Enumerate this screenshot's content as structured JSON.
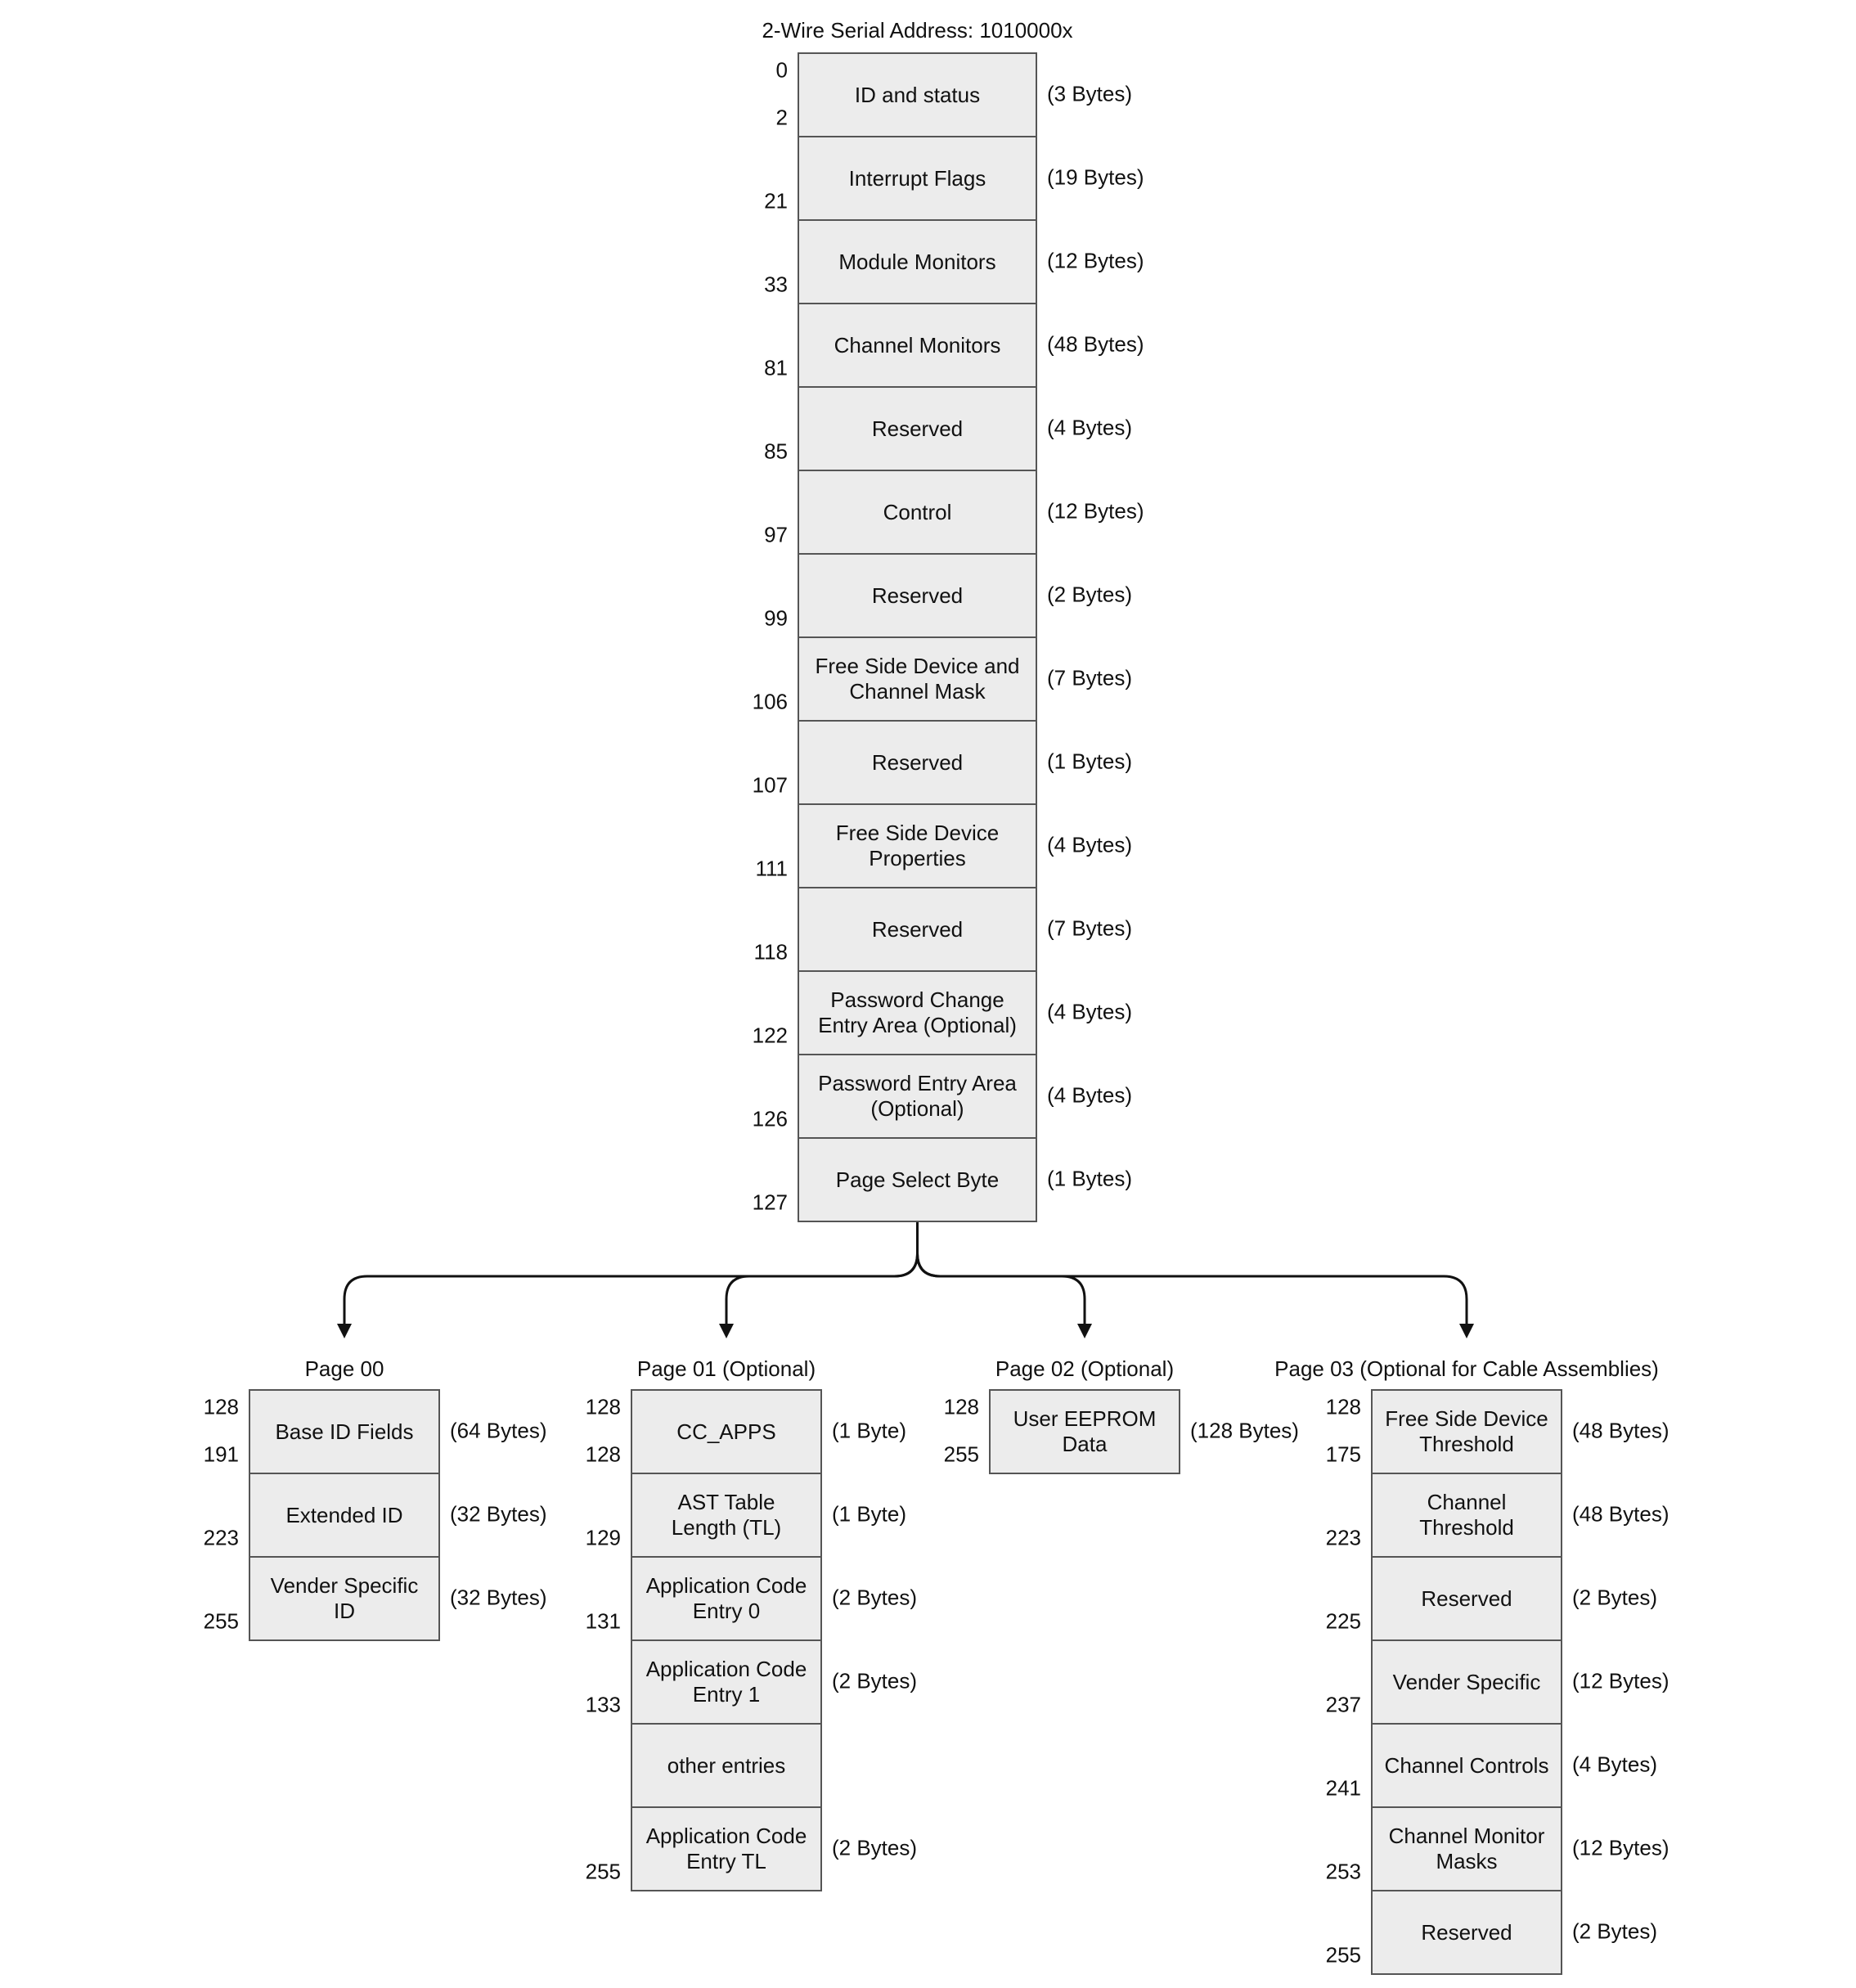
{
  "lower_memory": {
    "title": "2-Wire Serial Address: 1010000x",
    "rows": [
      {
        "label": "ID and status",
        "size": "(3 Bytes)",
        "start": "0",
        "end": "2"
      },
      {
        "label": "Interrupt Flags",
        "size": "(19 Bytes)",
        "end": "21"
      },
      {
        "label": "Module Monitors",
        "size": "(12 Bytes)",
        "end": "33"
      },
      {
        "label": "Channel Monitors",
        "size": "(48 Bytes)",
        "end": "81"
      },
      {
        "label": "Reserved",
        "size": "(4 Bytes)",
        "end": "85"
      },
      {
        "label": "Control",
        "size": "(12 Bytes)",
        "end": "97"
      },
      {
        "label": "Reserved",
        "size": "(2 Bytes)",
        "end": "99"
      },
      {
        "label": "Free Side Device and\nChannel Mask",
        "size": "(7 Bytes)",
        "end": "106"
      },
      {
        "label": "Reserved",
        "size": "(1 Bytes)",
        "end": "107"
      },
      {
        "label": "Free Side Device\nProperties",
        "size": "(4 Bytes)",
        "end": "111"
      },
      {
        "label": "Reserved",
        "size": "(7 Bytes)",
        "end": "118"
      },
      {
        "label": "Password Change\nEntry Area (Optional)",
        "size": "(4 Bytes)",
        "end": "122"
      },
      {
        "label": "Password Entry Area\n(Optional)",
        "size": "(4 Bytes)",
        "end": "126"
      },
      {
        "label": "Page Select Byte",
        "size": "(1 Bytes)",
        "end": "127"
      }
    ]
  },
  "pages": [
    {
      "title": "Page 00",
      "rows": [
        {
          "label": "Base ID Fields",
          "size": "(64 Bytes)",
          "start": "128",
          "end": "191"
        },
        {
          "label": "Extended ID",
          "size": "(32 Bytes)",
          "end": "223"
        },
        {
          "label": "Vender Specific\nID",
          "size": "(32 Bytes)",
          "end": "255"
        }
      ]
    },
    {
      "title": "Page 01 (Optional)",
      "rows": [
        {
          "label": "CC_APPS",
          "size": "(1 Byte)",
          "start": "128",
          "end": "128"
        },
        {
          "label": "AST Table\nLength  (TL)",
          "size": "(1 Byte)",
          "end": "129"
        },
        {
          "label": "Application Code\nEntry 0",
          "size": "(2 Bytes)",
          "end": "131"
        },
        {
          "label": "Application Code\nEntry 1",
          "size": "(2 Bytes)",
          "end": "133"
        },
        {
          "label": "other entries",
          "size": "",
          "end": ""
        },
        {
          "label": "Application Code\nEntry TL",
          "size": "(2 Bytes)",
          "end": "255"
        }
      ]
    },
    {
      "title": "Page 02 (Optional)",
      "rows": [
        {
          "label": "User EEPROM\nData",
          "size": "(128 Bytes)",
          "start": "128",
          "end": "255"
        }
      ]
    },
    {
      "title": "Page 03 (Optional for Cable Assemblies)",
      "rows": [
        {
          "label": "Free Side Device\nThreshold",
          "size": "(48 Bytes)",
          "start": "128",
          "end": "175"
        },
        {
          "label": "Channel\nThreshold",
          "size": "(48 Bytes)",
          "end": "223"
        },
        {
          "label": "Reserved",
          "size": "(2 Bytes)",
          "end": "225"
        },
        {
          "label": "Vender Specific",
          "size": "(12 Bytes)",
          "end": "237"
        },
        {
          "label": "Channel Controls",
          "size": "(4 Bytes)",
          "end": "241"
        },
        {
          "label": "Channel Monitor\nMasks",
          "size": "(12 Bytes)",
          "end": "253"
        },
        {
          "label": "Reserved",
          "size": "(2 Bytes)",
          "end": "255"
        }
      ]
    }
  ],
  "colors": {
    "box_fill": "#ececec",
    "box_border": "#555555",
    "connector": "#111111"
  }
}
